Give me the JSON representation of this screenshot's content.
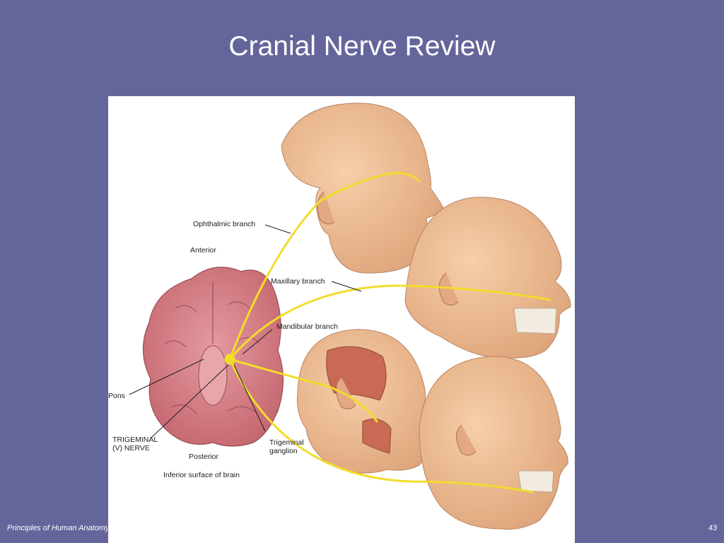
{
  "slide": {
    "title": "Cranial Nerve Review",
    "page_number": "43"
  },
  "footer": {
    "text": "Principles of Human Anatomy and Physiology"
  },
  "figure": {
    "labels": {
      "ophthalmic": "Ophthalmic branch",
      "anterior": "Anterior",
      "maxillary": "Maxillary branch",
      "mandibular": "Mandibular branch",
      "pons": "Pons",
      "trigeminal_line1": "TRIGEMINAL",
      "trigeminal_line2": "(V) NERVE",
      "ganglion_line1": "Trigeminal",
      "ganglion_line2": "ganglion",
      "posterior": "Posterior",
      "inferior": "Inferior surface of brain"
    },
    "colors": {
      "background": "#64659b",
      "nerve": "#f2dc2a",
      "skin": "#edb88c",
      "brain": "#d77e84",
      "muscle": "#c96a55"
    }
  }
}
